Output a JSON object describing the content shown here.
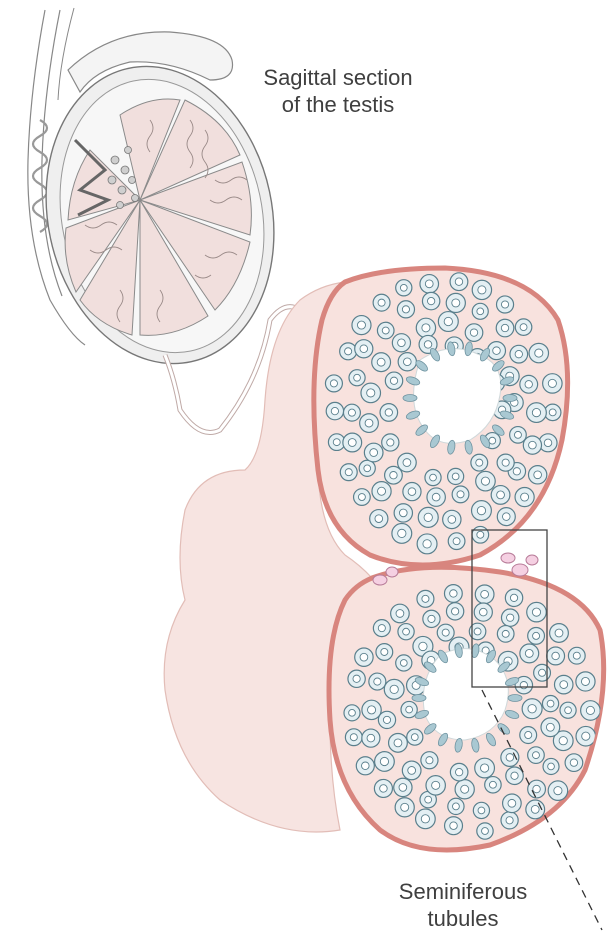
{
  "labels": {
    "sagittal_line1": "Sagittal section",
    "sagittal_line2": "of the testis",
    "seminiferous_line1": "Seminiferous",
    "seminiferous_line2": "tubules"
  },
  "colors": {
    "outline": "#777777",
    "tubule_fill": "#f7dfdc",
    "tubule_wall": "#d8857e",
    "cell_fill": "#e4eff3",
    "cell_stroke": "#5a7f8c",
    "sperm": "#a9c8d2",
    "duct_fill": "#f7e4e1"
  }
}
